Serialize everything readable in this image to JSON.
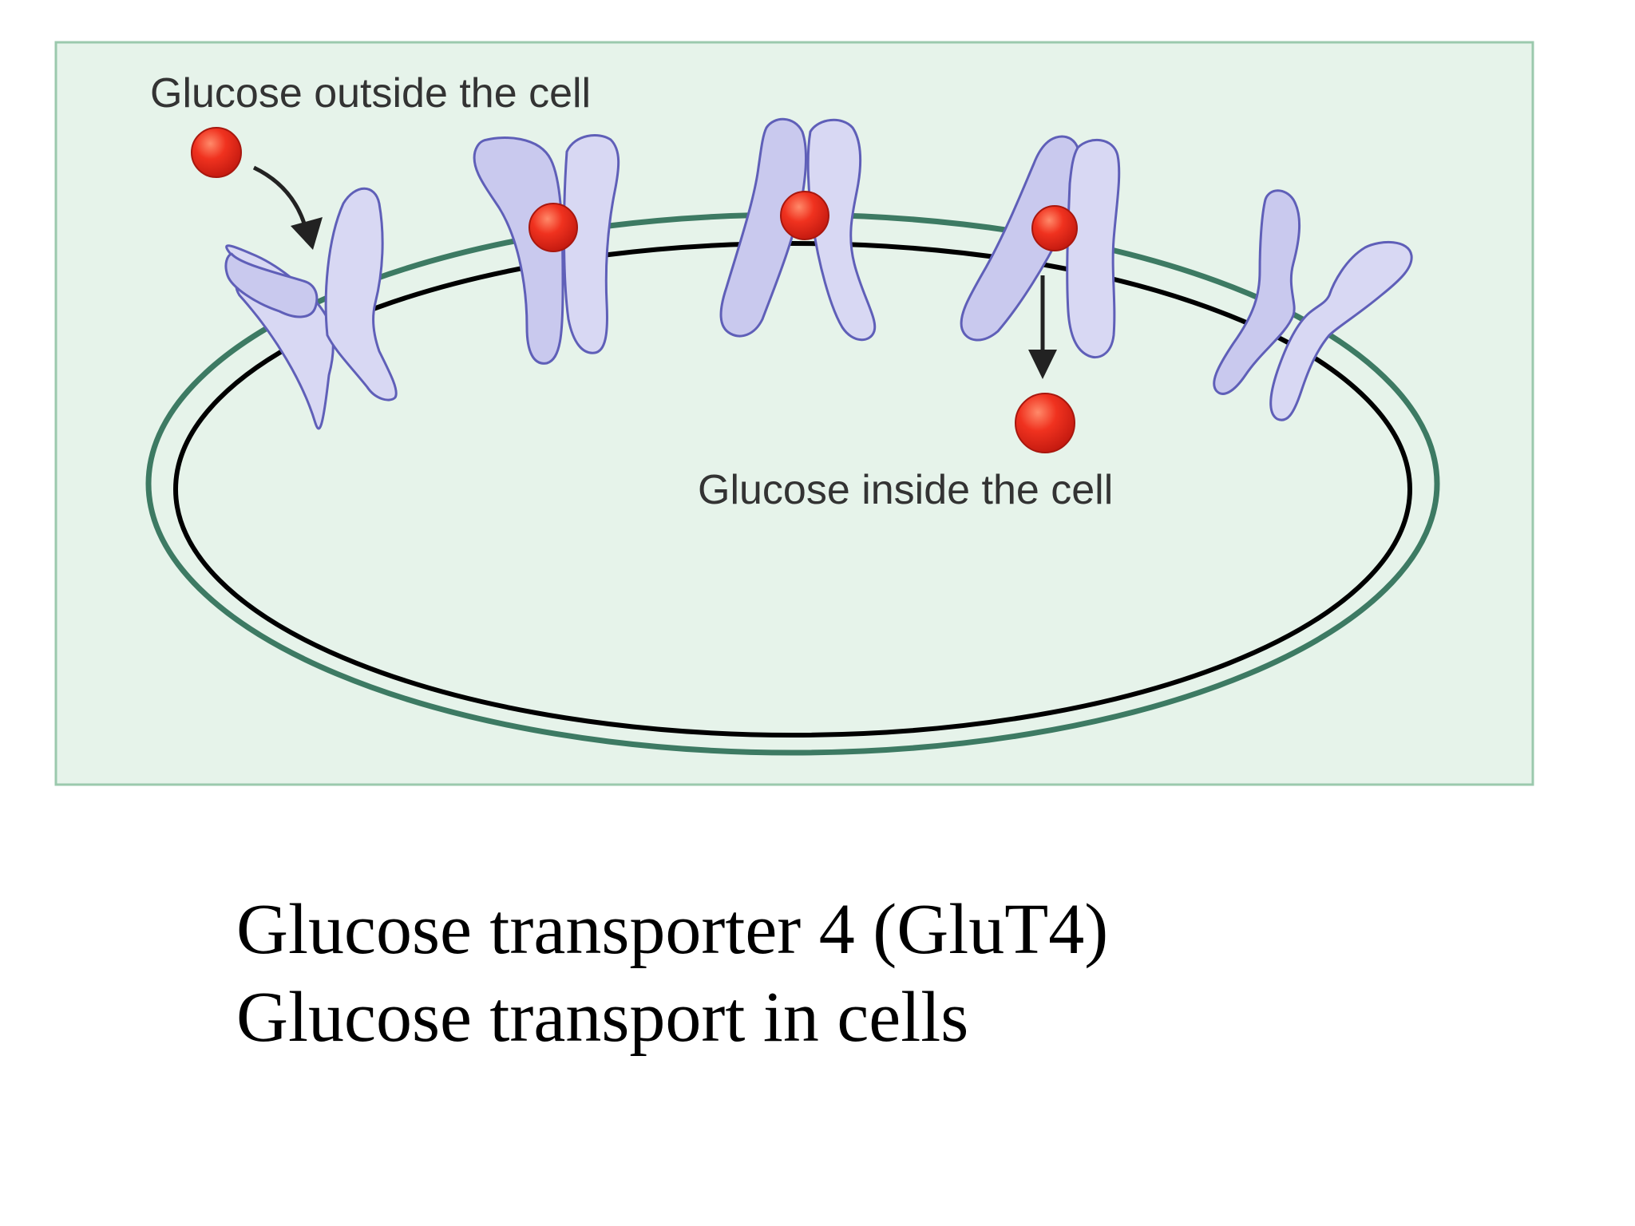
{
  "diagram": {
    "label_outside": "Glucose outside the cell",
    "label_inside": "Glucose inside the cell"
  },
  "caption": {
    "line1": "Glucose transporter 4 (GluT4)",
    "line2": "Glucose transport in cells"
  },
  "colors": {
    "panel_background": "#e6f3ea",
    "panel_border": "#9bc9ad",
    "outer_membrane": "#3d7a63",
    "inner_membrane": "#000000",
    "transporter_fill": "#c9c9ee",
    "transporter_stroke": "#5f5fb8",
    "glucose": "#e02a1c"
  }
}
